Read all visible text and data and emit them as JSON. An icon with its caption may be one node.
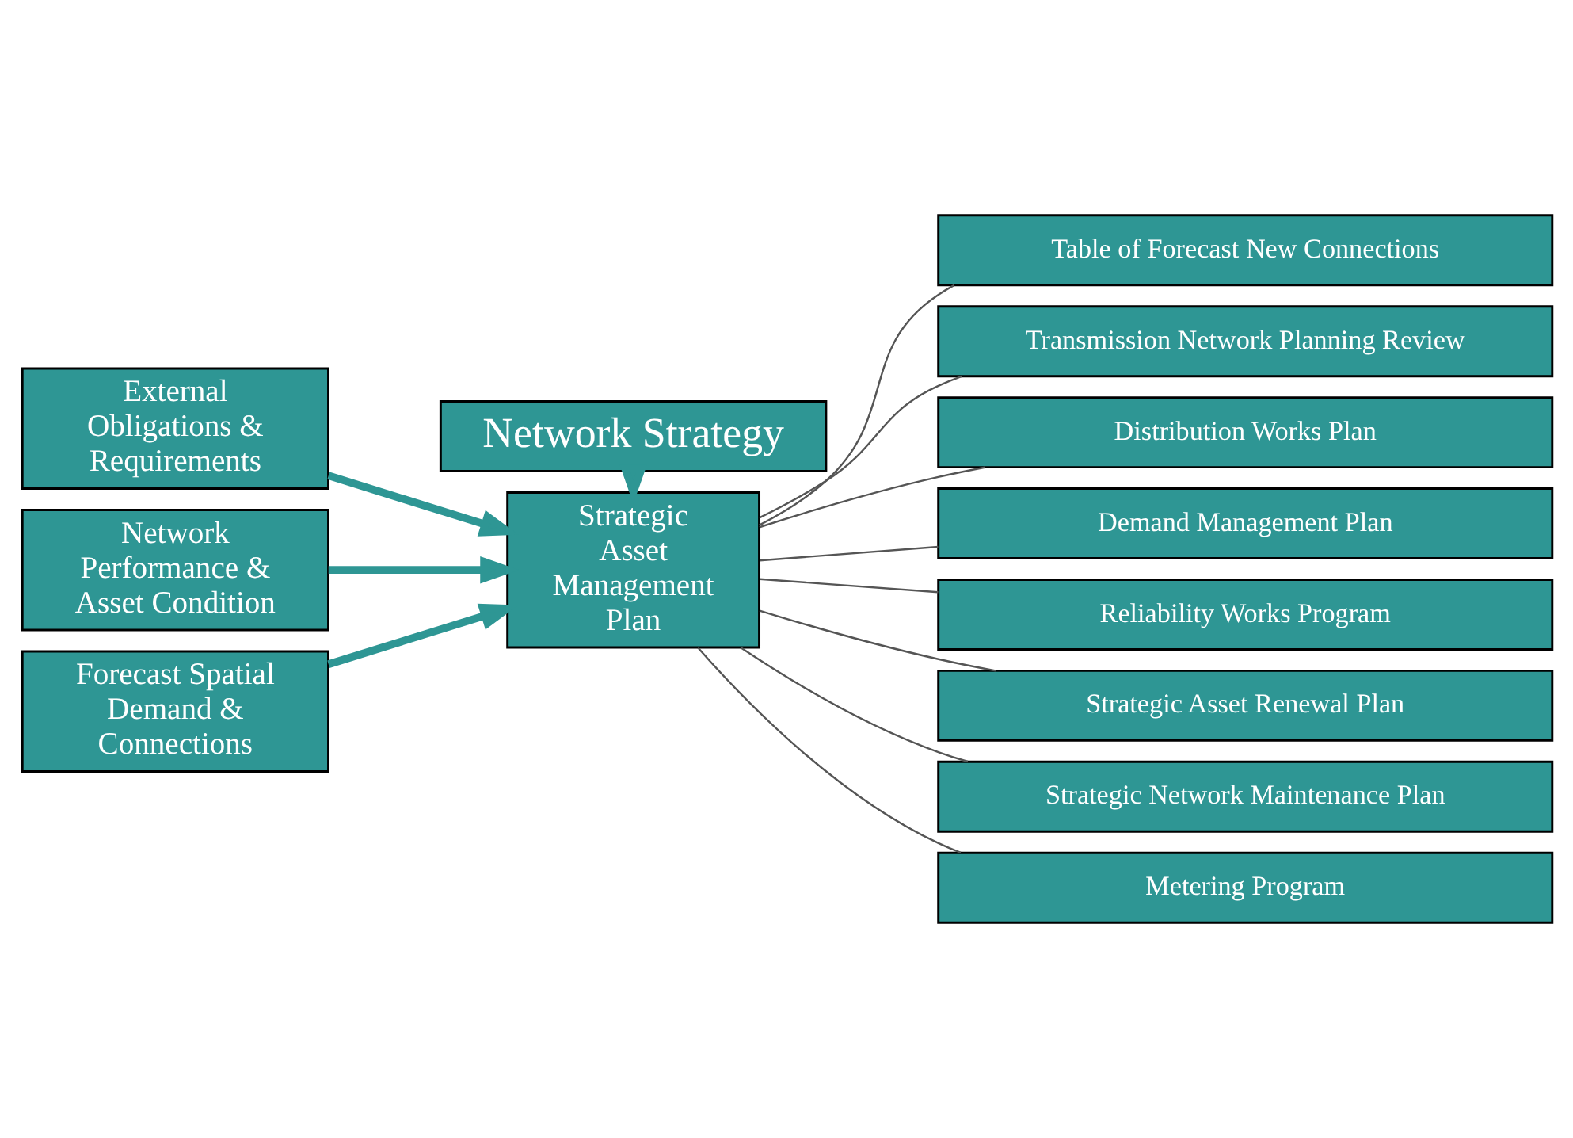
{
  "diagram": {
    "nodes": [
      {
        "text": [
          "Network Strategy"
        ]
      },
      {
        "text": [
          "External Obligations & Requirements"
        ]
      },
      {
        "text": [
          "Network Performance & Asset Condition"
        ]
      },
      {
        "text": [
          "Forecast Spatial Demand & Connections"
        ]
      },
      {
        "text": [
          "Strategic Asset Management Plan"
        ]
      },
      {
        "text": [
          "Table of Forecast New Connections"
        ]
      },
      {
        "text": [
          "Transmission Network Planning Review"
        ]
      },
      {
        "text": [
          "Distribution Works Plan"
        ]
      },
      {
        "text": [
          "Demand Management Plan"
        ]
      },
      {
        "text": [
          "Reliability Works Program"
        ]
      },
      {
        "text": [
          "Strategic Asset Renewal Plan"
        ]
      },
      {
        "text": [
          "Strategic Network Maintenance Plan"
        ]
      },
      {
        "text": [
          "Metering Program"
        ]
      }
    ],
    "edges": [
      {
        "from": 0,
        "to": 4,
        "arrow": "to",
        "style": "thick",
        "color": "#2e9694"
      },
      {
        "from": 1,
        "to": 4,
        "arrow": "to",
        "style": "thick",
        "color": "#2e9694"
      },
      {
        "from": 2,
        "to": 4,
        "arrow": "to",
        "style": "thick",
        "color": "#2e9694"
      },
      {
        "from": 3,
        "to": 4,
        "arrow": "to",
        "style": "thick",
        "color": "#2e9694"
      },
      {
        "from": 4,
        "to": 5,
        "arrow": "none"
      },
      {
        "from": 4,
        "to": 6,
        "arrow": "none"
      },
      {
        "from": 4,
        "to": 7,
        "arrow": "none"
      },
      {
        "from": 4,
        "to": 8,
        "arrow": "none"
      },
      {
        "from": 4,
        "to": 9,
        "arrow": "none"
      },
      {
        "from": 4,
        "to": 10,
        "arrow": "none"
      },
      {
        "from": 4,
        "to": 11,
        "arrow": "none"
      },
      {
        "from": 4,
        "to": 12,
        "arrow": "none"
      }
    ]
  }
}
